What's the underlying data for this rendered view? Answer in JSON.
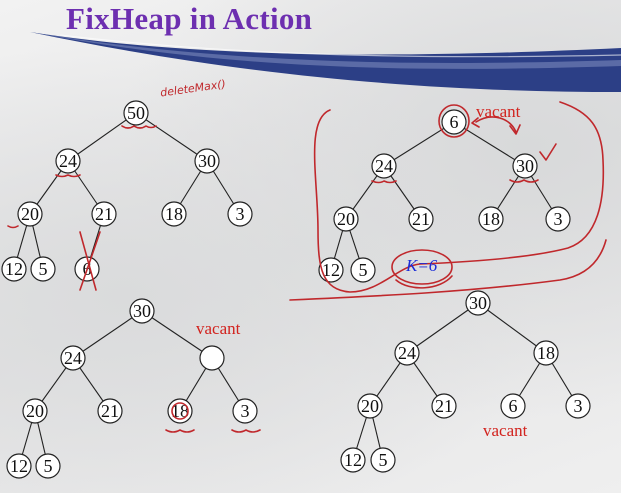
{
  "title": "FixHeap in Action",
  "handwritten_note": "deleteMax()",
  "vacant_label": "vacant",
  "k_label": "K=6",
  "colors": {
    "title": "#6d2fb0",
    "ink": "#c0282c",
    "vacant": "#d2231e",
    "k": "#1a2bd8",
    "band": "#2c3f86"
  },
  "tree1": [
    "50",
    "24",
    "30",
    "20",
    "21",
    "18",
    "3",
    "12",
    "5",
    "6"
  ],
  "tree2": [
    "6",
    "24",
    "30",
    "20",
    "21",
    "18",
    "3",
    "12",
    "5"
  ],
  "tree3": [
    "30",
    "24",
    "",
    "20",
    "21",
    "18",
    "3",
    "12",
    "5"
  ],
  "tree4": [
    "30",
    "24",
    "18",
    "20",
    "21",
    "6",
    "3",
    "12",
    "5"
  ]
}
